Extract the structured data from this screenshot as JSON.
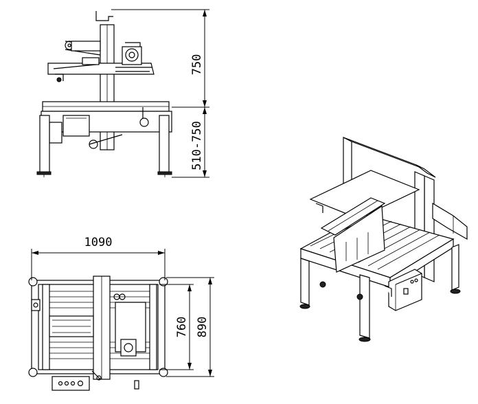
{
  "dimensions": {
    "height_top": "750",
    "height_table": "510-750",
    "length": "1090",
    "width_inner": "760",
    "width_outer": "890"
  }
}
